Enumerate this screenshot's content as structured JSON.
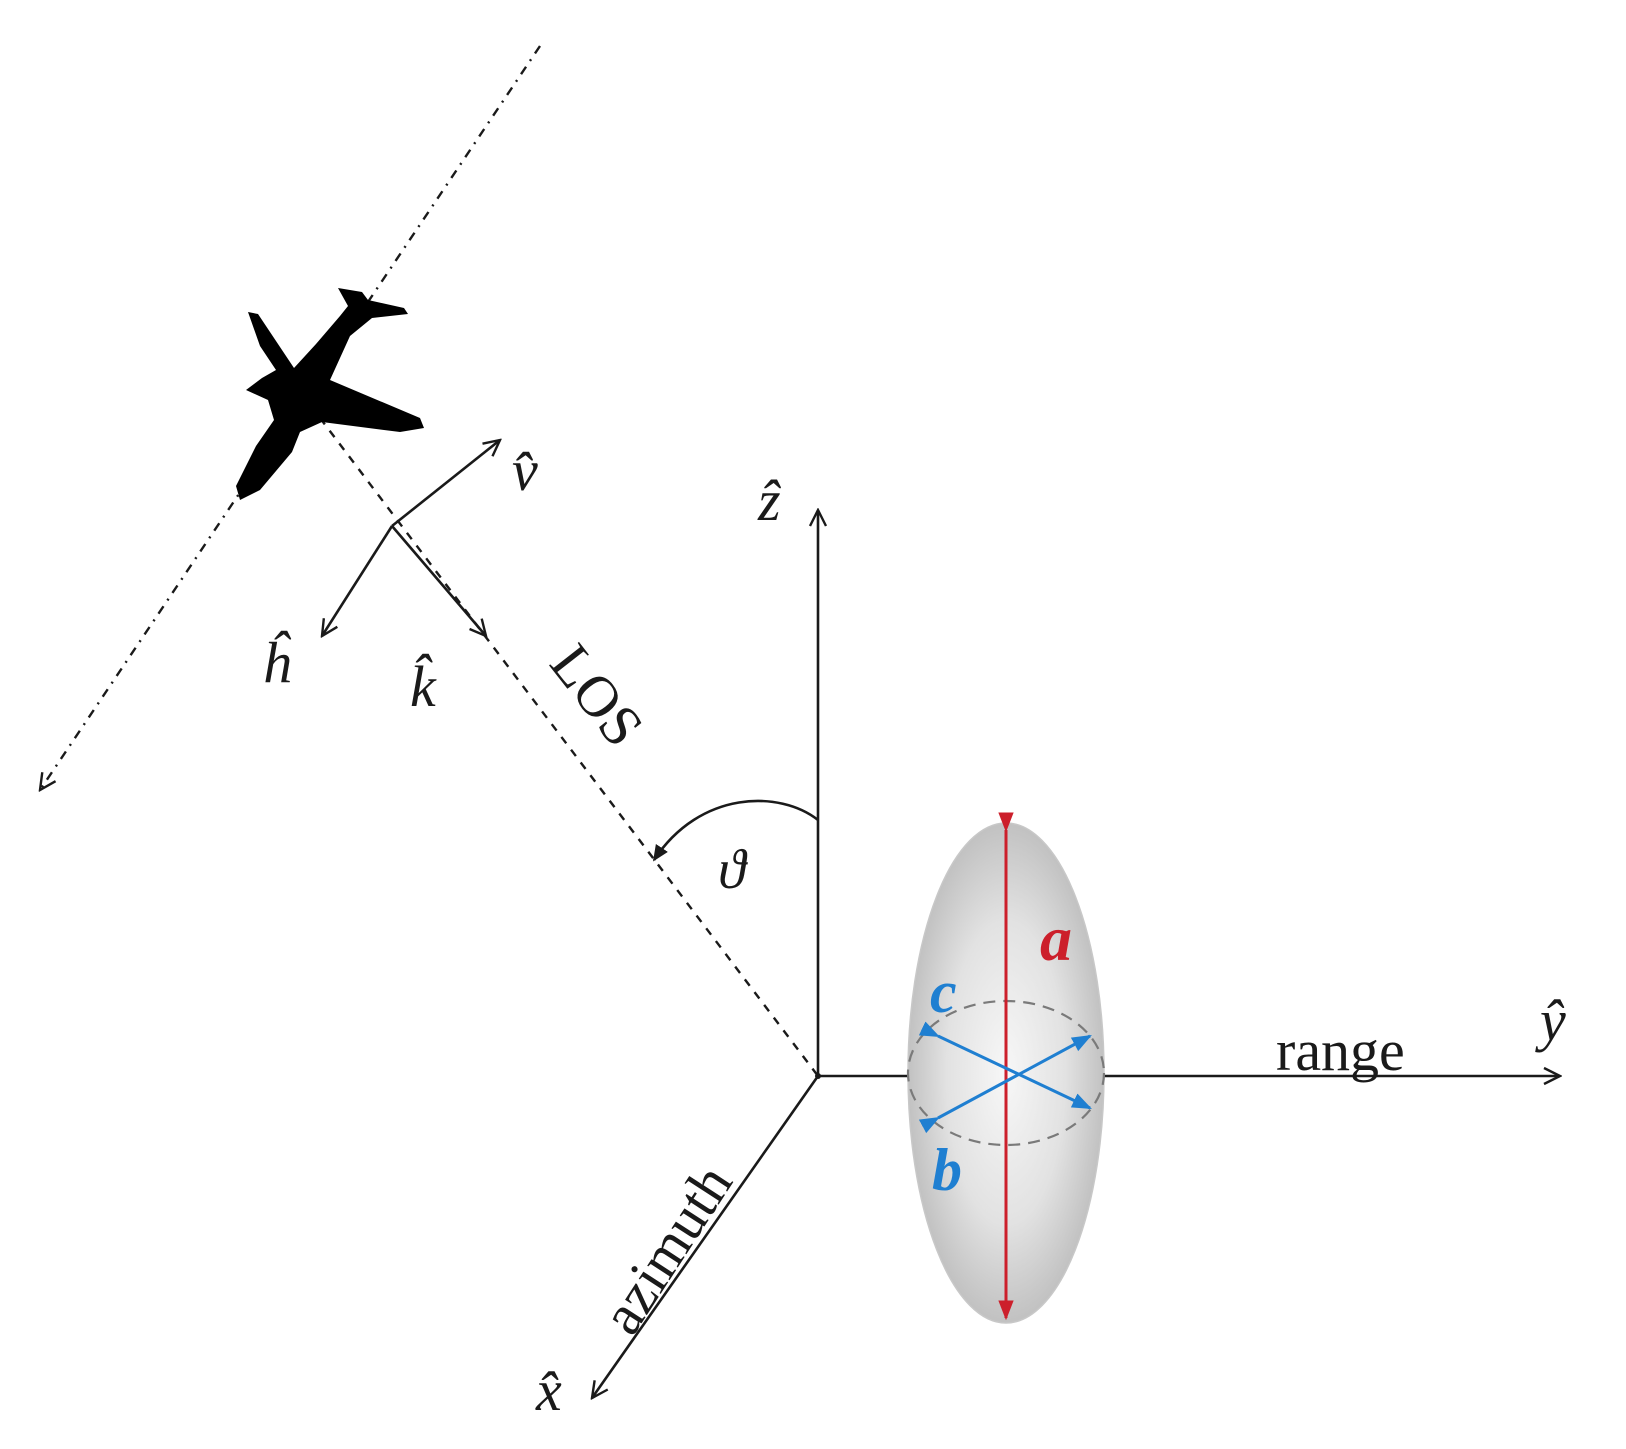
{
  "axes": {
    "z": {
      "symbol": "ẑ"
    },
    "y": {
      "symbol": "ŷ",
      "name": "range"
    },
    "x": {
      "symbol": "x̂",
      "name": "azimuth"
    }
  },
  "platform_frame": {
    "v": "v̂",
    "h": "ĥ",
    "k": "k̂"
  },
  "los_label": "LOS",
  "angle_label": "ϑ",
  "ellipsoid": {
    "a": "a",
    "b": "b",
    "c": "c"
  },
  "colors": {
    "axis": "#1a1a1a",
    "semi_axis_a": "#cc1f2b",
    "semi_axes_bc": "#1f7fd1",
    "ellipsoid_fill": "#d4d4d4"
  },
  "icons": {
    "aircraft": "airplane-icon"
  }
}
